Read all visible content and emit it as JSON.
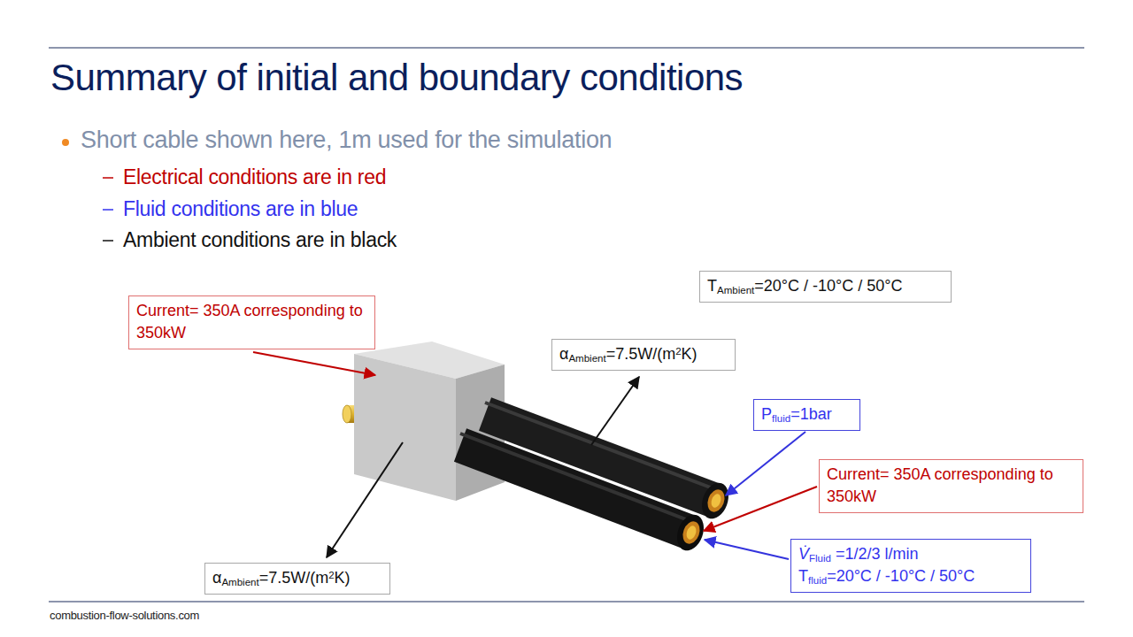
{
  "diagram": {
    "title": "Summary of initial and boundary conditions",
    "nodes": [
      {
        "text": [
          "TAmbient=20°C / -10°C / 50°C"
        ]
      },
      {
        "text": [
          "Current= 350A corresponding to 350kW"
        ]
      },
      {
        "text": [
          "αAmbient=7.5W/(m2K)"
        ]
      },
      {
        "text": [
          "Pfluid=1bar"
        ]
      },
      {
        "text": [
          "Current= 350A corresponding to 350kW"
        ]
      },
      {
        "text": [
          "V̇Fluid =1/2/3 l/min",
          "Tfluid=20°C / -10°C / 50°C"
        ]
      },
      {
        "text": [
          "αAmbient=7.5W/(m2K)"
        ]
      }
    ],
    "labels": [
      "Short cable shown here, 1m used for the simulation",
      "Electrical conditions are in red",
      "Fluid conditions are in blue",
      "Ambient conditions are in black",
      "combustion-flow-solutions.com"
    ]
  }
}
